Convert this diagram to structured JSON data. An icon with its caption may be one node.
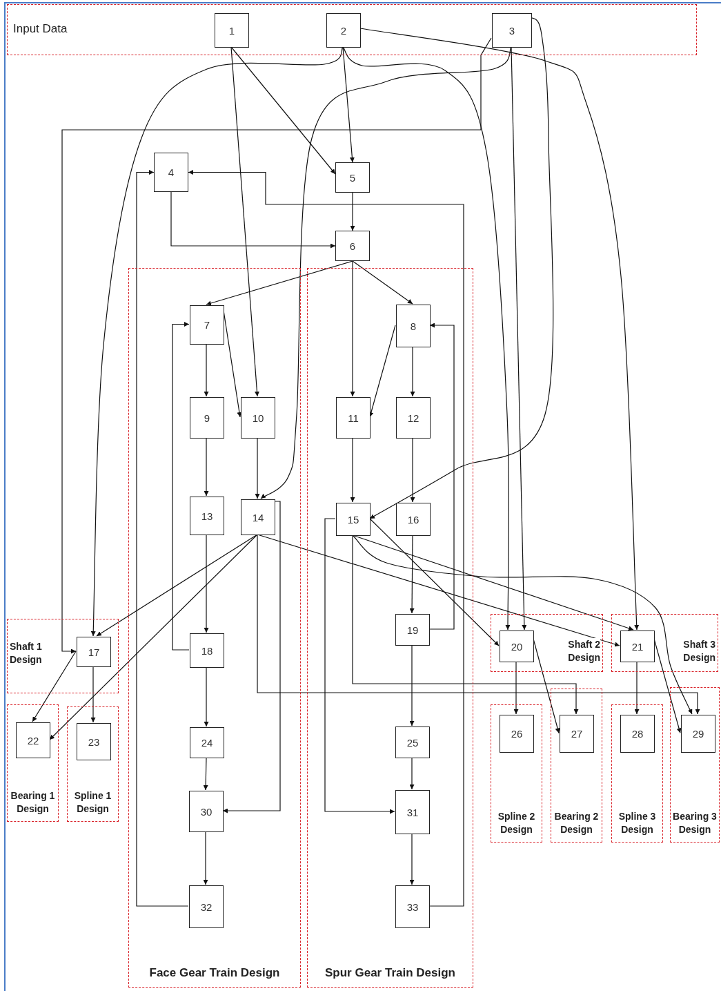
{
  "diagram": {
    "nodes": [
      {
        "text": [
          "Input Data"
        ]
      },
      {
        "text": [
          "1"
        ],
        "in": 0
      },
      {
        "text": [
          "2"
        ],
        "in": 0
      },
      {
        "text": [
          "3"
        ],
        "in": 0
      },
      {
        "text": [
          "4"
        ]
      },
      {
        "text": [
          "5"
        ]
      },
      {
        "text": [
          "6"
        ]
      },
      {
        "text": [
          "Face Gear Train Design"
        ]
      },
      {
        "text": [
          "Spur Gear Train Design"
        ]
      },
      {
        "text": [
          "7"
        ],
        "in": 7
      },
      {
        "text": [
          "8"
        ],
        "in": 8
      },
      {
        "text": [
          "9"
        ],
        "in": 7
      },
      {
        "text": [
          "10"
        ],
        "in": 7
      },
      {
        "text": [
          "11"
        ],
        "in": 8
      },
      {
        "text": [
          "12"
        ],
        "in": 8
      },
      {
        "text": [
          "13"
        ],
        "in": 7
      },
      {
        "text": [
          "14"
        ],
        "in": 7
      },
      {
        "text": [
          "15"
        ],
        "in": 8
      },
      {
        "text": [
          "16"
        ],
        "in": 8
      },
      {
        "text": [
          "Shaft 1 Design"
        ]
      },
      {
        "text": [
          "Shaft 2 Design"
        ]
      },
      {
        "text": [
          "Shaft 3 Design"
        ]
      },
      {
        "text": [
          "17"
        ],
        "in": 19
      },
      {
        "text": [
          "18"
        ],
        "in": 7
      },
      {
        "text": [
          "19"
        ],
        "in": 8
      },
      {
        "text": [
          "20"
        ],
        "in": 20
      },
      {
        "text": [
          "21"
        ],
        "in": 21
      },
      {
        "text": [
          "Bearing 1 Design"
        ]
      },
      {
        "text": [
          "Spline 1 Design"
        ]
      },
      {
        "text": [
          "Spline 2 Design"
        ]
      },
      {
        "text": [
          "Bearing 2 Design"
        ]
      },
      {
        "text": [
          "Spline 3 Design"
        ]
      },
      {
        "text": [
          "Bearing 3 Design"
        ]
      },
      {
        "text": [
          "22"
        ],
        "in": 27
      },
      {
        "text": [
          "23"
        ],
        "in": 28
      },
      {
        "text": [
          "24"
        ],
        "in": 7
      },
      {
        "text": [
          "25"
        ],
        "in": 8
      },
      {
        "text": [
          "26"
        ],
        "in": 29
      },
      {
        "text": [
          "27"
        ],
        "in": 30
      },
      {
        "text": [
          "28"
        ],
        "in": 31
      },
      {
        "text": [
          "29"
        ],
        "in": 32
      },
      {
        "text": [
          "30"
        ],
        "in": 7
      },
      {
        "text": [
          "31"
        ],
        "in": 8
      },
      {
        "text": [
          "32"
        ],
        "in": 7
      },
      {
        "text": [
          "33"
        ],
        "in": 8
      }
    ],
    "edges": [
      {
        "from": 1,
        "to": 12,
        "arrow": "to"
      },
      {
        "from": 1,
        "to": 5,
        "arrow": "to"
      },
      {
        "from": 2,
        "to": 5,
        "arrow": "to"
      },
      {
        "from": 2,
        "to": 22,
        "arrow": "to"
      },
      {
        "from": 2,
        "to": 25,
        "arrow": "to"
      },
      {
        "from": 2,
        "to": 26,
        "arrow": "to"
      },
      {
        "from": 3,
        "to": 25,
        "arrow": "to"
      },
      {
        "from": 3,
        "to": 16,
        "arrow": "to"
      },
      {
        "from": 3,
        "to": 22,
        "arrow": "to"
      },
      {
        "from": 3,
        "to": 17,
        "arrow": "to"
      },
      {
        "from": 4,
        "to": 6,
        "arrow": "to"
      },
      {
        "from": 5,
        "to": 6,
        "arrow": "to"
      },
      {
        "from": 44,
        "to": 4,
        "arrow": "to"
      },
      {
        "from": 43,
        "to": 4,
        "arrow": "to"
      },
      {
        "from": 6,
        "to": 9,
        "arrow": "to"
      },
      {
        "from": 6,
        "to": 10,
        "arrow": "to"
      },
      {
        "from": 6,
        "to": 13,
        "arrow": "to"
      },
      {
        "from": 9,
        "to": 11,
        "arrow": "to"
      },
      {
        "from": 9,
        "to": 12,
        "arrow": "to"
      },
      {
        "from": 10,
        "to": 14,
        "arrow": "to"
      },
      {
        "from": 10,
        "to": 13,
        "arrow": "to"
      },
      {
        "from": 24,
        "to": 10,
        "arrow": "to"
      },
      {
        "from": 23,
        "to": 9,
        "arrow": "to"
      },
      {
        "from": 11,
        "to": 15,
        "arrow": "to"
      },
      {
        "from": 12,
        "to": 16,
        "arrow": "to"
      },
      {
        "from": 13,
        "to": 17,
        "arrow": "to"
      },
      {
        "from": 14,
        "to": 18,
        "arrow": "to"
      },
      {
        "from": 15,
        "to": 23,
        "arrow": "to"
      },
      {
        "from": 18,
        "to": 24,
        "arrow": "to"
      },
      {
        "from": 24,
        "to": 36,
        "arrow": "to"
      },
      {
        "from": 36,
        "to": 42,
        "arrow": "to"
      },
      {
        "from": 42,
        "to": 44,
        "arrow": "to"
      },
      {
        "from": 23,
        "to": 35,
        "arrow": "to"
      },
      {
        "from": 35,
        "to": 41,
        "arrow": "to"
      },
      {
        "from": 41,
        "to": 43,
        "arrow": "to"
      },
      {
        "from": 16,
        "to": 41,
        "arrow": "to"
      },
      {
        "from": 17,
        "to": 42,
        "arrow": "to"
      },
      {
        "from": 16,
        "to": 22,
        "arrow": "to"
      },
      {
        "from": 16,
        "to": 33,
        "arrow": "to"
      },
      {
        "from": 16,
        "to": 26,
        "arrow": "to"
      },
      {
        "from": 17,
        "to": 26,
        "arrow": "to"
      },
      {
        "from": 17,
        "to": 40,
        "arrow": "to"
      },
      {
        "from": 17,
        "to": 25,
        "arrow": "to"
      },
      {
        "from": 17,
        "to": 38,
        "arrow": "to"
      },
      {
        "from": 16,
        "to": 40,
        "arrow": "to"
      },
      {
        "from": 25,
        "to": 37,
        "arrow": "to"
      },
      {
        "from": 25,
        "to": 38,
        "arrow": "to"
      },
      {
        "from": 26,
        "to": 39,
        "arrow": "to"
      },
      {
        "from": 26,
        "to": 40,
        "arrow": "to"
      },
      {
        "from": 22,
        "to": 34,
        "arrow": "to"
      },
      {
        "from": 22,
        "to": 33,
        "arrow": "to"
      }
    ]
  }
}
